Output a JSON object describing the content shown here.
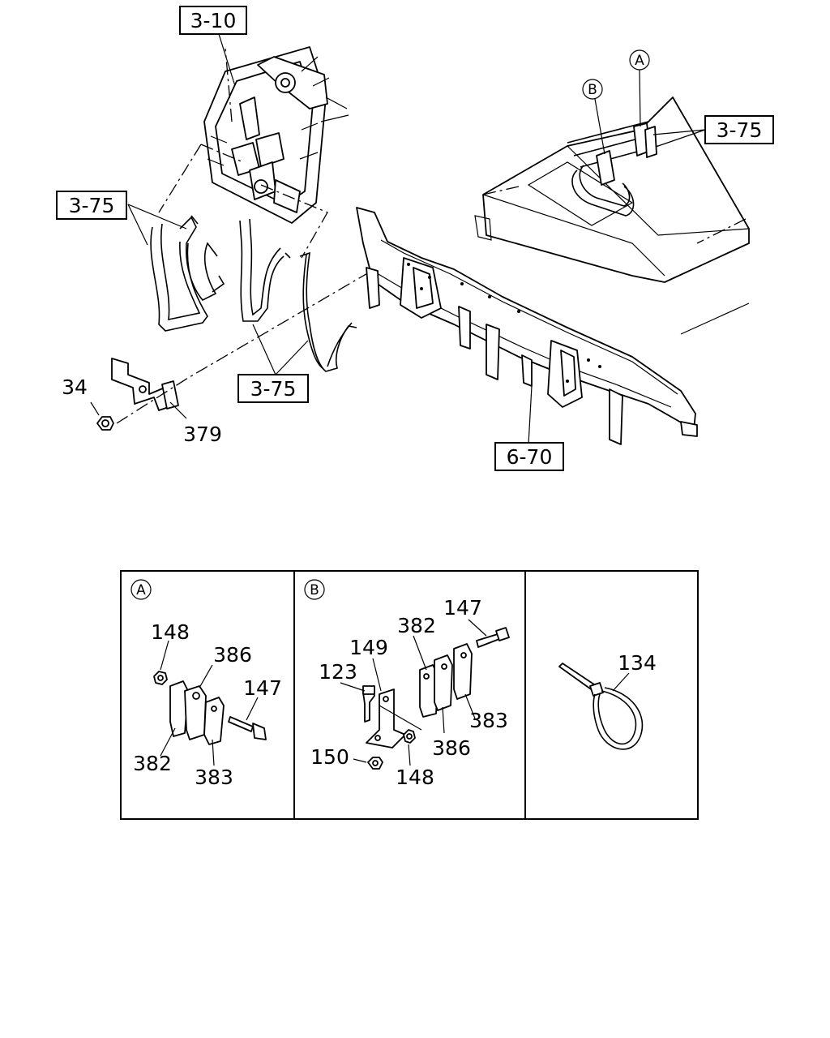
{
  "callouts": {
    "ref_3_10": "3-10",
    "ref_3_75_left": "3-75",
    "ref_3_75_right": "3-75",
    "ref_3_75_bottom": "3-75",
    "ref_6_70": "6-70",
    "part_34": "34",
    "part_379": "379",
    "marker_a": "A",
    "marker_b": "B"
  },
  "detail_a": {
    "marker": "A",
    "labels": {
      "p148": "148",
      "p386": "386",
      "p147": "147",
      "p382": "382",
      "p383": "383"
    }
  },
  "detail_b": {
    "marker": "B",
    "labels": {
      "p147": "147",
      "p382": "382",
      "p149": "149",
      "p123": "123",
      "p383": "383",
      "p386": "386",
      "p150": "150",
      "p148": "148"
    }
  },
  "detail_c": {
    "labels": {
      "p134": "134"
    }
  }
}
